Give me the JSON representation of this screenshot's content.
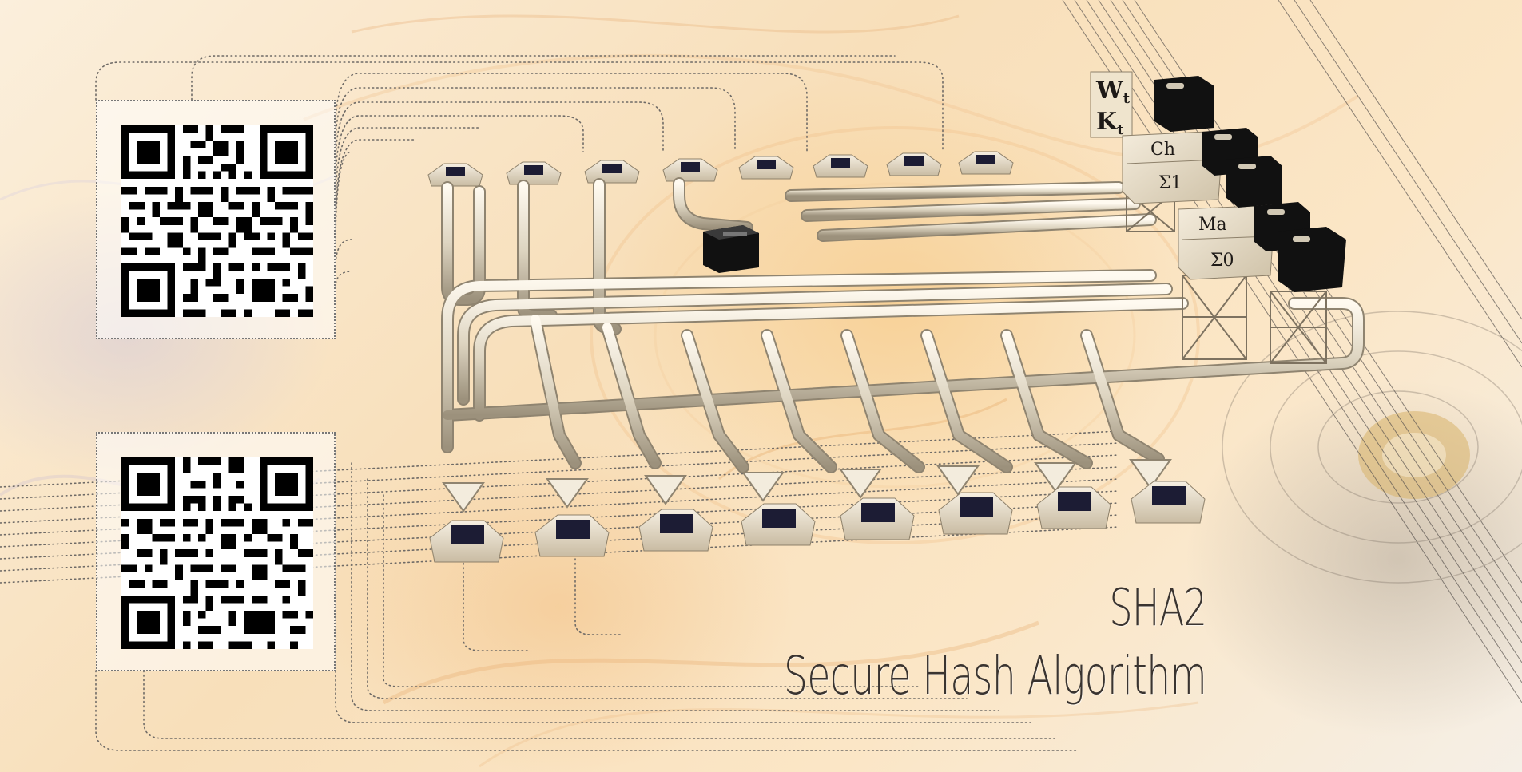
{
  "header": {
    "title": "SHA2",
    "subtitle": "Secure Hash Algorithm"
  },
  "module_labels": {
    "w": "W",
    "w_sub": "t",
    "k": "K",
    "k_sub": "t",
    "ch": "Ch",
    "sigma1": "Σ1",
    "ma": "Ma",
    "sigma0": "Σ0"
  },
  "qr_codes": [
    {
      "name": "qr-code-top"
    },
    {
      "name": "qr-code-bottom"
    }
  ],
  "colors": {
    "pipe": "#e8e0cf",
    "pipe_shadow": "#9a8e78",
    "chip": "#1a1a1a",
    "chip_top": "#2a2a44",
    "caption": "#3a3430",
    "dotted_lines": "#6e6a66"
  }
}
